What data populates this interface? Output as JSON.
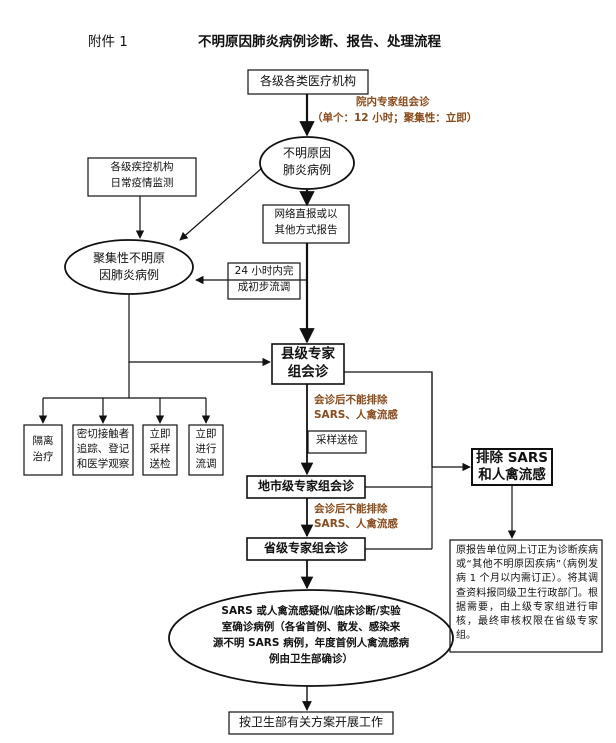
{
  "header": {
    "attachment": "附件 1",
    "title": "不明原因肺炎病例诊断、报告、处理流程"
  },
  "nodes": {
    "hospitals": "各级各类医疗机构",
    "hospital_consult": "院内专家组会诊",
    "hospital_consult_note": "（单个：12 小时；聚集性：立即）",
    "unexplained_case_l1": "不明原因",
    "unexplained_case_l2": "肺炎病例",
    "cdc_l1": "各级疾控机构",
    "cdc_l2": "日常疫情监测",
    "online_report_l1": "网络直报或以",
    "online_report_l2": "其他方式报告",
    "cluster_l1": "聚集性不明原",
    "cluster_l2": "因肺炎病例",
    "investigation_l1": "24 小时内完",
    "investigation_l2": "成初步流调",
    "county_l1": "县级专家",
    "county_l2": "组会诊",
    "cannot_exclude_1_l1": "会诊后不能排除",
    "cannot_exclude_1_l2": "SARS、人禽流感",
    "sampling": "采样送检",
    "city": "地市级专家组会诊",
    "cannot_exclude_2_l1": "会诊后不能排除",
    "cannot_exclude_2_l2": "SARS、人禽流感",
    "province": "省级专家组会诊",
    "sars_case_l1": "SARS 或人禽流感疑似/临床诊断/实验",
    "sars_case_l2": "室确诊病例（各省首例、散发、感染来",
    "sars_case_l3": "源不明 SARS 病例，年度首例人禽流感病",
    "sars_case_l4": "例由卫生部确诊）",
    "final_action": "按卫生部有关方案开展工作",
    "exclude_l1": "排除 SARS",
    "exclude_l2": "和人禽流感",
    "exclude_note": "原报告单位网上订正为诊断疾病或“其他不明原因疾病”（病例发病 1 个月以内需订正）。将其调查资料报同级卫生行政部门。根据需要，由上级专家组进行审核，最终审核权限在省级专家组。"
  },
  "actions": [
    {
      "l1": "隔离",
      "l2": "治疗"
    },
    {
      "l1": "密切接触者",
      "l2": "追踪、登记",
      "l3": "和医学观察"
    },
    {
      "l1": "立即",
      "l2": "采样",
      "l3": "送检"
    },
    {
      "l1": "立即",
      "l2": "进行",
      "l3": "流调"
    }
  ]
}
